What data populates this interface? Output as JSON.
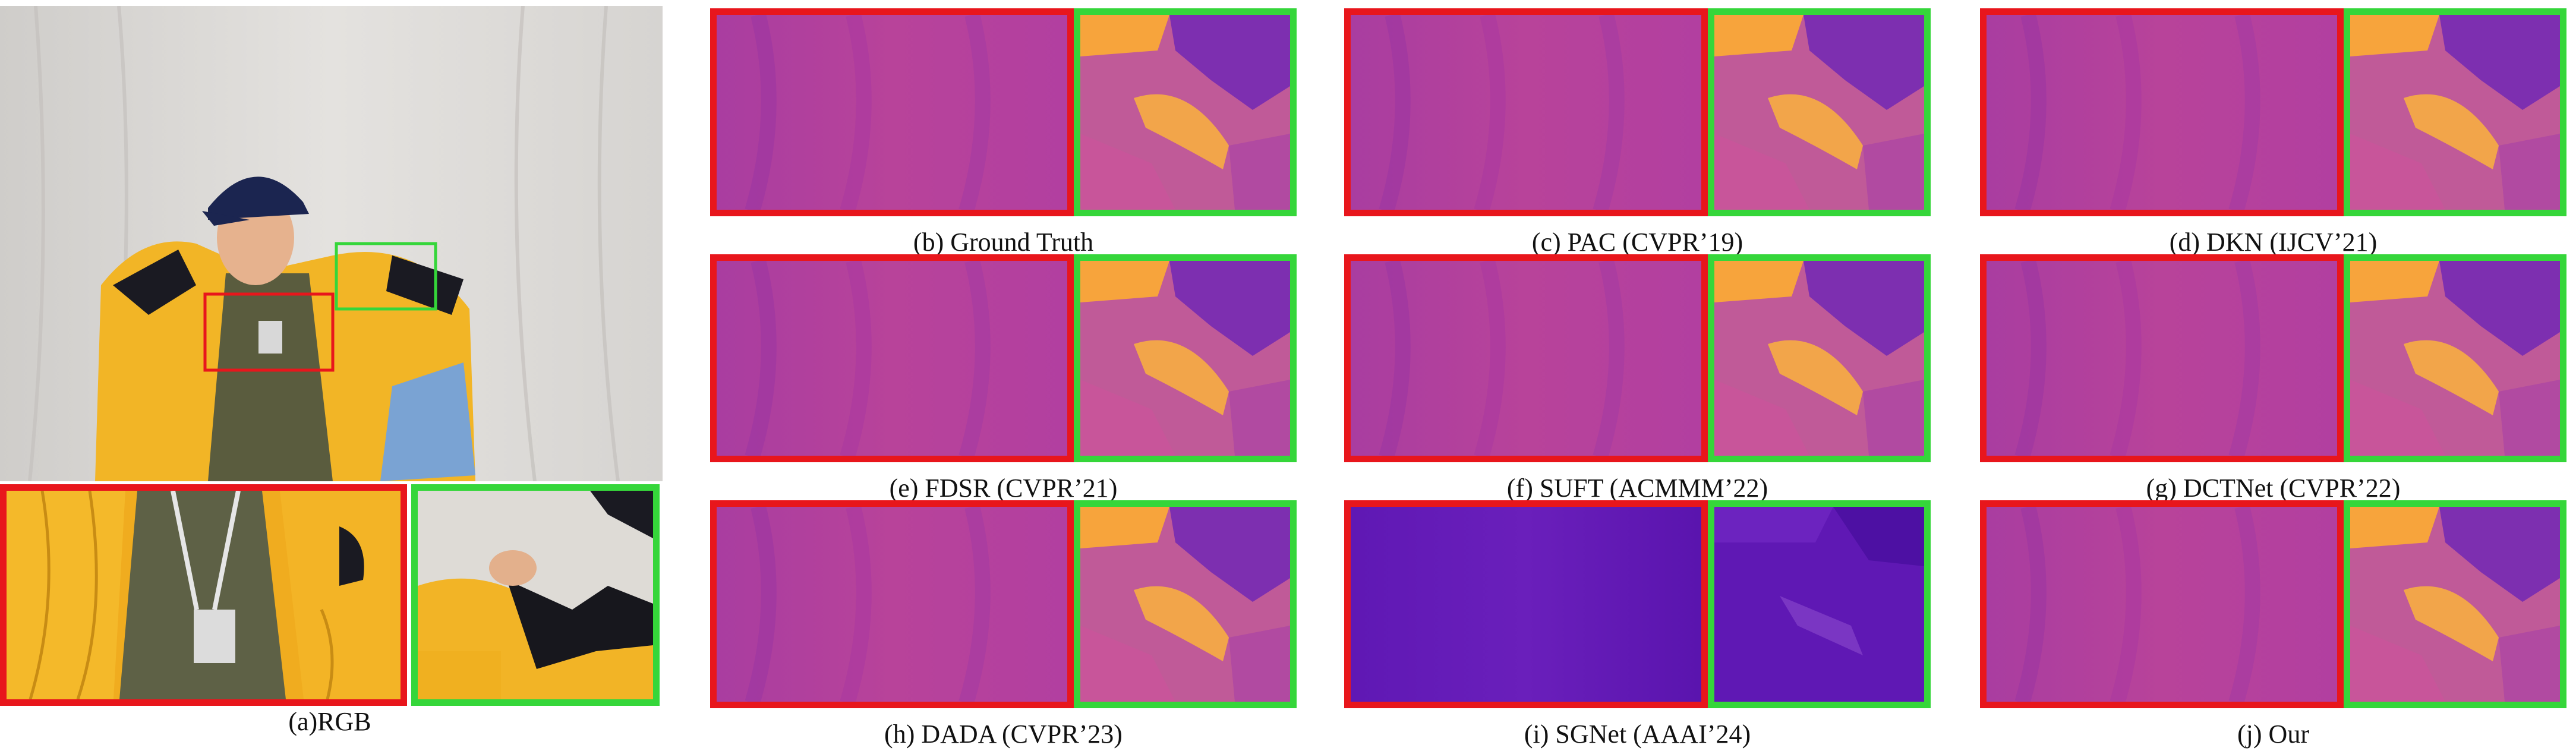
{
  "figure": {
    "panels": [
      {
        "id": "a",
        "caption": "(a)RGB"
      },
      {
        "id": "b",
        "caption": "(b) Ground Truth"
      },
      {
        "id": "c",
        "caption": "(c) PAC (CVPR’19)"
      },
      {
        "id": "d",
        "caption": "(d) DKN (IJCV’21)"
      },
      {
        "id": "e",
        "caption": "(e) FDSR (CVPR’21)"
      },
      {
        "id": "f",
        "caption": "(f) SUFT (ACMMM’22)"
      },
      {
        "id": "g",
        "caption": "(g) DCTNet (CVPR’22)"
      },
      {
        "id": "h",
        "caption": "(h) DADA (CVPR’23)"
      },
      {
        "id": "i",
        "caption": "(i) SGNet (AAAI’24)"
      },
      {
        "id": "j",
        "caption": "(j) Our"
      }
    ],
    "colors": {
      "highlight_red": "#e8161c",
      "highlight_green": "#35d63a",
      "depth_magenta": "#b8439a",
      "depth_orange": "#f7a43c",
      "depth_purple": "#7d2fb0",
      "sgnet_purple": "#5f18b4"
    }
  }
}
